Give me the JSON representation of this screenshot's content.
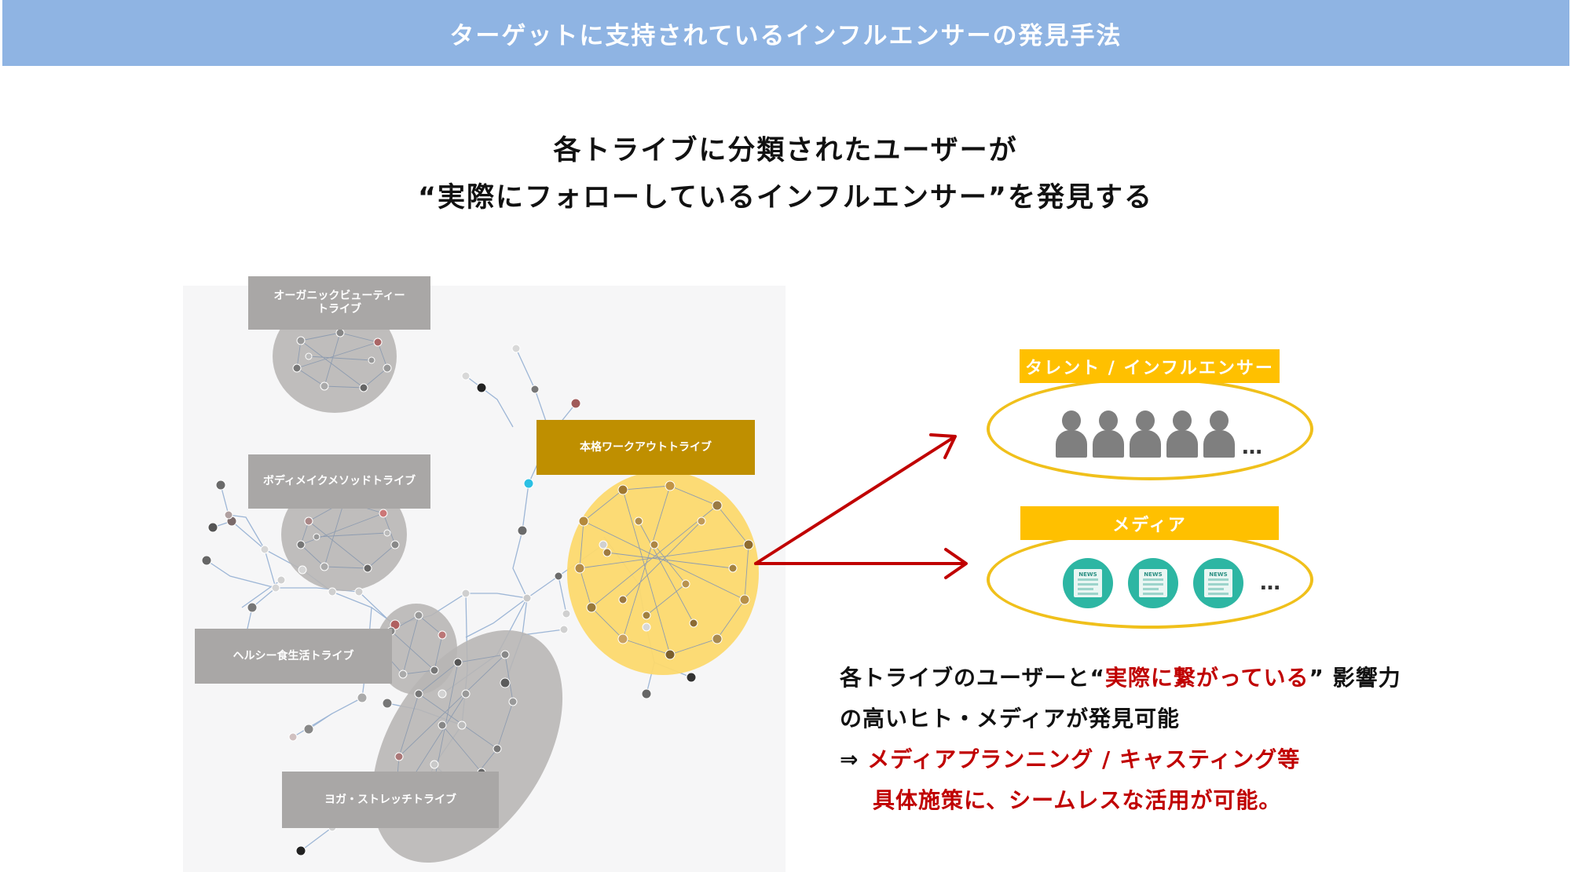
{
  "header": {
    "title": "ターゲットに支持されているインフルエンサーの発見手法"
  },
  "headline": {
    "line1": "各トライブに分類されたユーザーが",
    "line2": "“実際にフォローしているインフルエンサー”を発見する"
  },
  "tribes": [
    {
      "id": "organic",
      "line1": "オーガニックビューティー",
      "line2": "トライブ",
      "color": "#a9a7a6"
    },
    {
      "id": "bodymake",
      "line1": "ボディメイクメソッドトライブ",
      "color": "#a9a7a6"
    },
    {
      "id": "workout",
      "line1": "本格ワークアウトトライブ",
      "color": "#bf8f00",
      "highlight": true
    },
    {
      "id": "healthy",
      "line1": "ヘルシー食生活トライブ",
      "color": "#a9a7a6"
    },
    {
      "id": "yoga",
      "line1": "ヨガ・ストレッチトライブ",
      "color": "#a9a7a6"
    }
  ],
  "targets": {
    "talent": {
      "label": "タレント / インフルエンサー",
      "icon": "person-icon",
      "count": 5,
      "ellipsis": "…"
    },
    "media": {
      "label": "メディア",
      "icon": "news-icon",
      "news_text": "NEWS",
      "count": 3,
      "ellipsis": "…"
    }
  },
  "description": {
    "l1_a": "各トライブのユーザーと“",
    "l1_red": "実際に繋がっている",
    "l1_b": "” 影響力",
    "l2": "の高いヒト・メディアが発見可能",
    "l3_arrow": "⇒ ",
    "l3_red": "メディアプランニング / キャスティング等",
    "l4_red": "具体施策に、シームレスな活用が可能。"
  },
  "colors": {
    "header": "#8fb4e3",
    "tribe_gray": "#a9a7a6",
    "tribe_gold": "#bf8f00",
    "highlight_yellow": "#ffc000",
    "arrow_red": "#c00000",
    "news_teal": "#2db6a3"
  }
}
